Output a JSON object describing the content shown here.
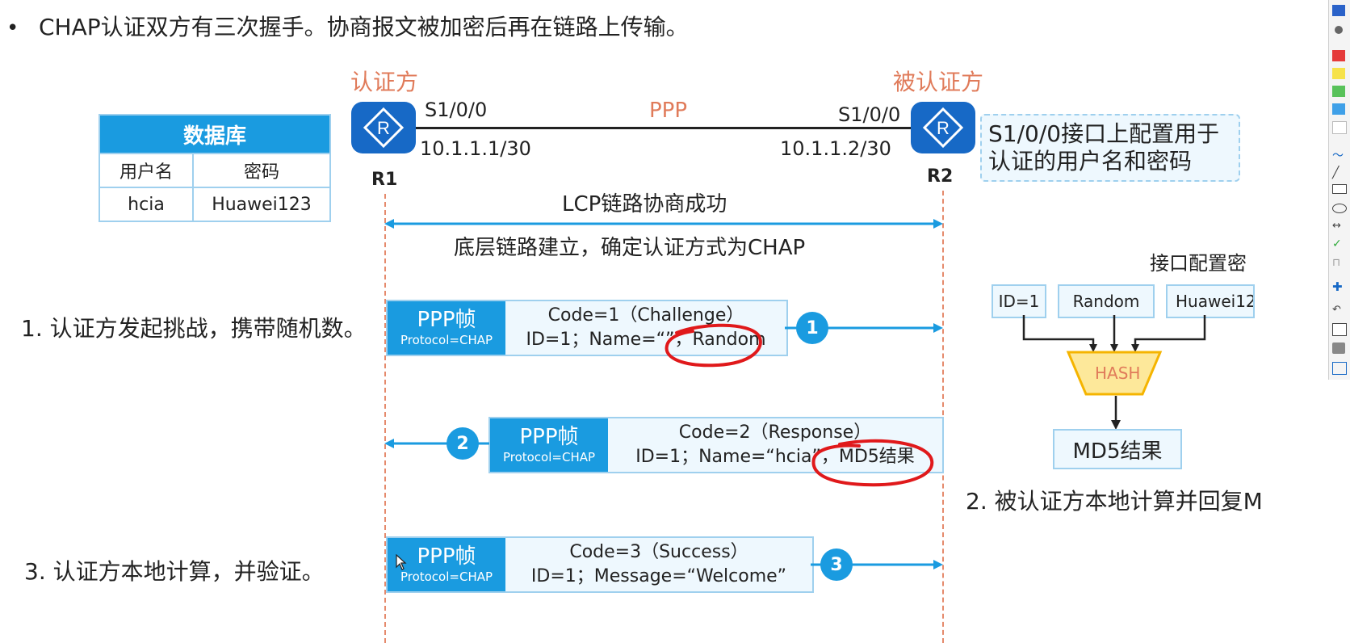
{
  "header": {
    "bullet": "•",
    "text": "CHAP认证双方有三次握手。协商报文被加密后再在链路上传输。"
  },
  "left_role": "认证方",
  "right_role": "被认证方",
  "link_label": "PPP",
  "r1": {
    "name": "R1",
    "port": "S1/0/0",
    "ip": "10.1.1.1/30"
  },
  "r2": {
    "name": "R2",
    "port": "S1/0/0",
    "ip": "10.1.1.2/30"
  },
  "database": {
    "title": "数据库",
    "col_user": "用户名",
    "col_pass": "密码",
    "user": "hcia",
    "pass": "Huawei123"
  },
  "callout": {
    "line1": "S1/0/0接口上配置用于",
    "line2": "认证的用户名和密码"
  },
  "lcp": {
    "top": "LCP链路协商成功",
    "bottom": "底层链路建立，确定认证方式为CHAP"
  },
  "frames": [
    {
      "num": "1",
      "head": "PPP帧",
      "proto": "Protocol=CHAP",
      "line1": "Code=1（Challenge）",
      "line2": "ID=1；Name=“”，Random"
    },
    {
      "num": "2",
      "head": "PPP帧",
      "proto": "Protocol=CHAP",
      "line1": "Code=2（Response）",
      "line2": "ID=1；Name=“hcia”，MD5结果"
    },
    {
      "num": "3",
      "head": "PPP帧",
      "proto": "Protocol=CHAP",
      "line1": "Code=3（Success）",
      "line2": "ID=1；Message=“Welcome”"
    }
  ],
  "steps": {
    "s1": "1. 认证方发起挑战，携带随机数。",
    "s2": "2. 被认证方本地计算并回复M",
    "s3": "3. 认证方本地计算，并验证。"
  },
  "hash": {
    "title": "接口配置密",
    "in1": "ID=1",
    "in2": "Random",
    "in3": "Huawei12",
    "label": "HASH",
    "result": "MD5结果"
  },
  "colors": {
    "accent": "#1a9be0",
    "router": "#1769c6",
    "role": "#e07b5a",
    "annot": "#e0191b",
    "hash_fill": "#fde89a",
    "hash_stroke": "#f5b400"
  },
  "icons": {
    "router": "router-icon",
    "cursor": "cursor-icon"
  }
}
